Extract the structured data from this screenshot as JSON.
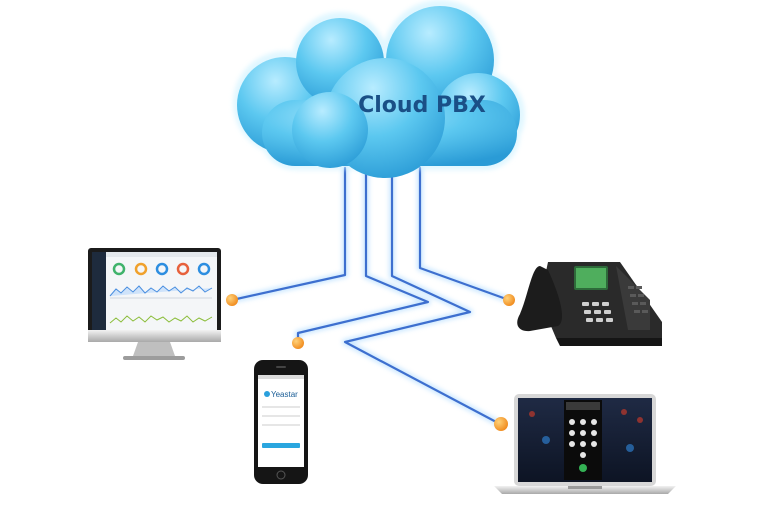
{
  "cloud": {
    "label": "Cloud PBX"
  },
  "mobile_app": {
    "brand": "Yeastar"
  },
  "colors": {
    "cloud_light": "#7fd6f5",
    "cloud_dark": "#2aa6df",
    "cloud_text": "#1a4f86",
    "wire": "#3a6fd0",
    "wire_glow": "#9fd3ff",
    "node": "#f39a2b"
  },
  "devices": [
    {
      "name": "desktop-monitor",
      "icon": "monitor-icon"
    },
    {
      "name": "smartphone",
      "icon": "phone-icon"
    },
    {
      "name": "ip-desk-phone",
      "icon": "desk-phone-icon"
    },
    {
      "name": "laptop",
      "icon": "laptop-icon"
    }
  ]
}
